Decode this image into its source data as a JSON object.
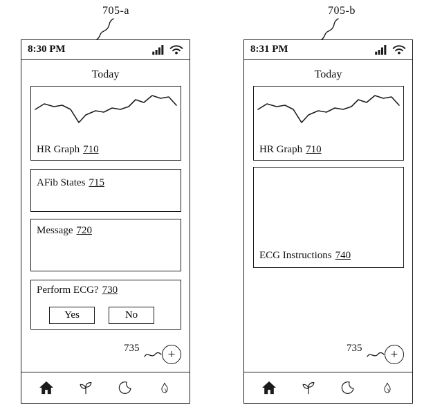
{
  "figure": {
    "labels": {
      "a": "705-a",
      "b": "705-b"
    }
  },
  "phone_a": {
    "status_time": "8:30 PM",
    "title": "Today",
    "hr_graph": {
      "label": "HR Graph",
      "ref": "710"
    },
    "afib": {
      "label": "AFib States",
      "ref": "715"
    },
    "message": {
      "label": "Message",
      "ref": "720"
    },
    "ecg_prompt": {
      "label": "Perform ECG?",
      "ref": "730",
      "yes_label": "Yes",
      "no_label": "No"
    },
    "add_button": {
      "ref": "735",
      "plus": "+"
    },
    "nav": {
      "items": [
        "home",
        "plant",
        "moon",
        "flame"
      ]
    }
  },
  "phone_b": {
    "status_time": "8:31 PM",
    "title": "Today",
    "hr_graph": {
      "label": "HR Graph",
      "ref": "710"
    },
    "ecg_instructions": {
      "label": "ECG Instructions",
      "ref": "740"
    },
    "add_button": {
      "ref": "735",
      "plus": "+"
    },
    "nav": {
      "items": [
        "home",
        "plant",
        "moon",
        "flame"
      ]
    }
  }
}
